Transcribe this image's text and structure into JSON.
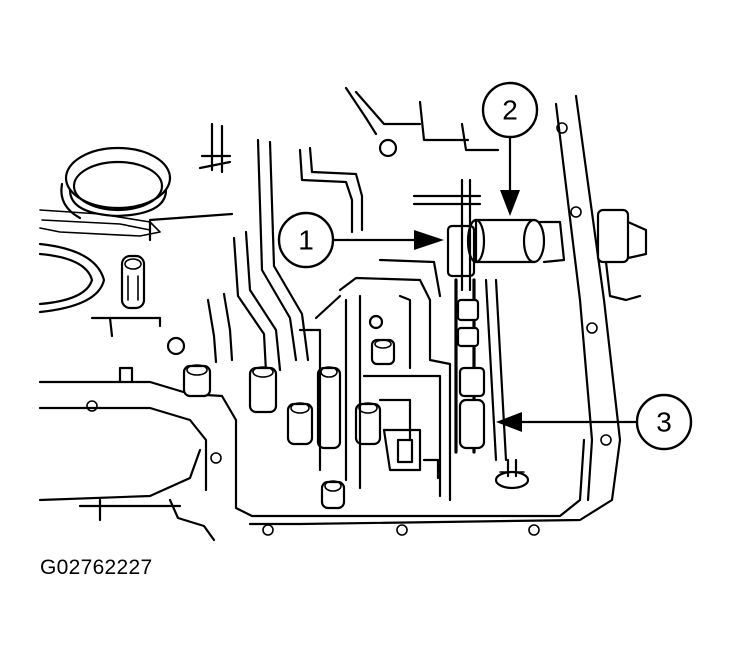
{
  "callouts": [
    {
      "id": "1",
      "label": "1"
    },
    {
      "id": "2",
      "label": "2"
    },
    {
      "id": "3",
      "label": "3"
    }
  ],
  "figure_code": "G02762227",
  "colors": {
    "line": "#000000",
    "background": "#ffffff"
  }
}
